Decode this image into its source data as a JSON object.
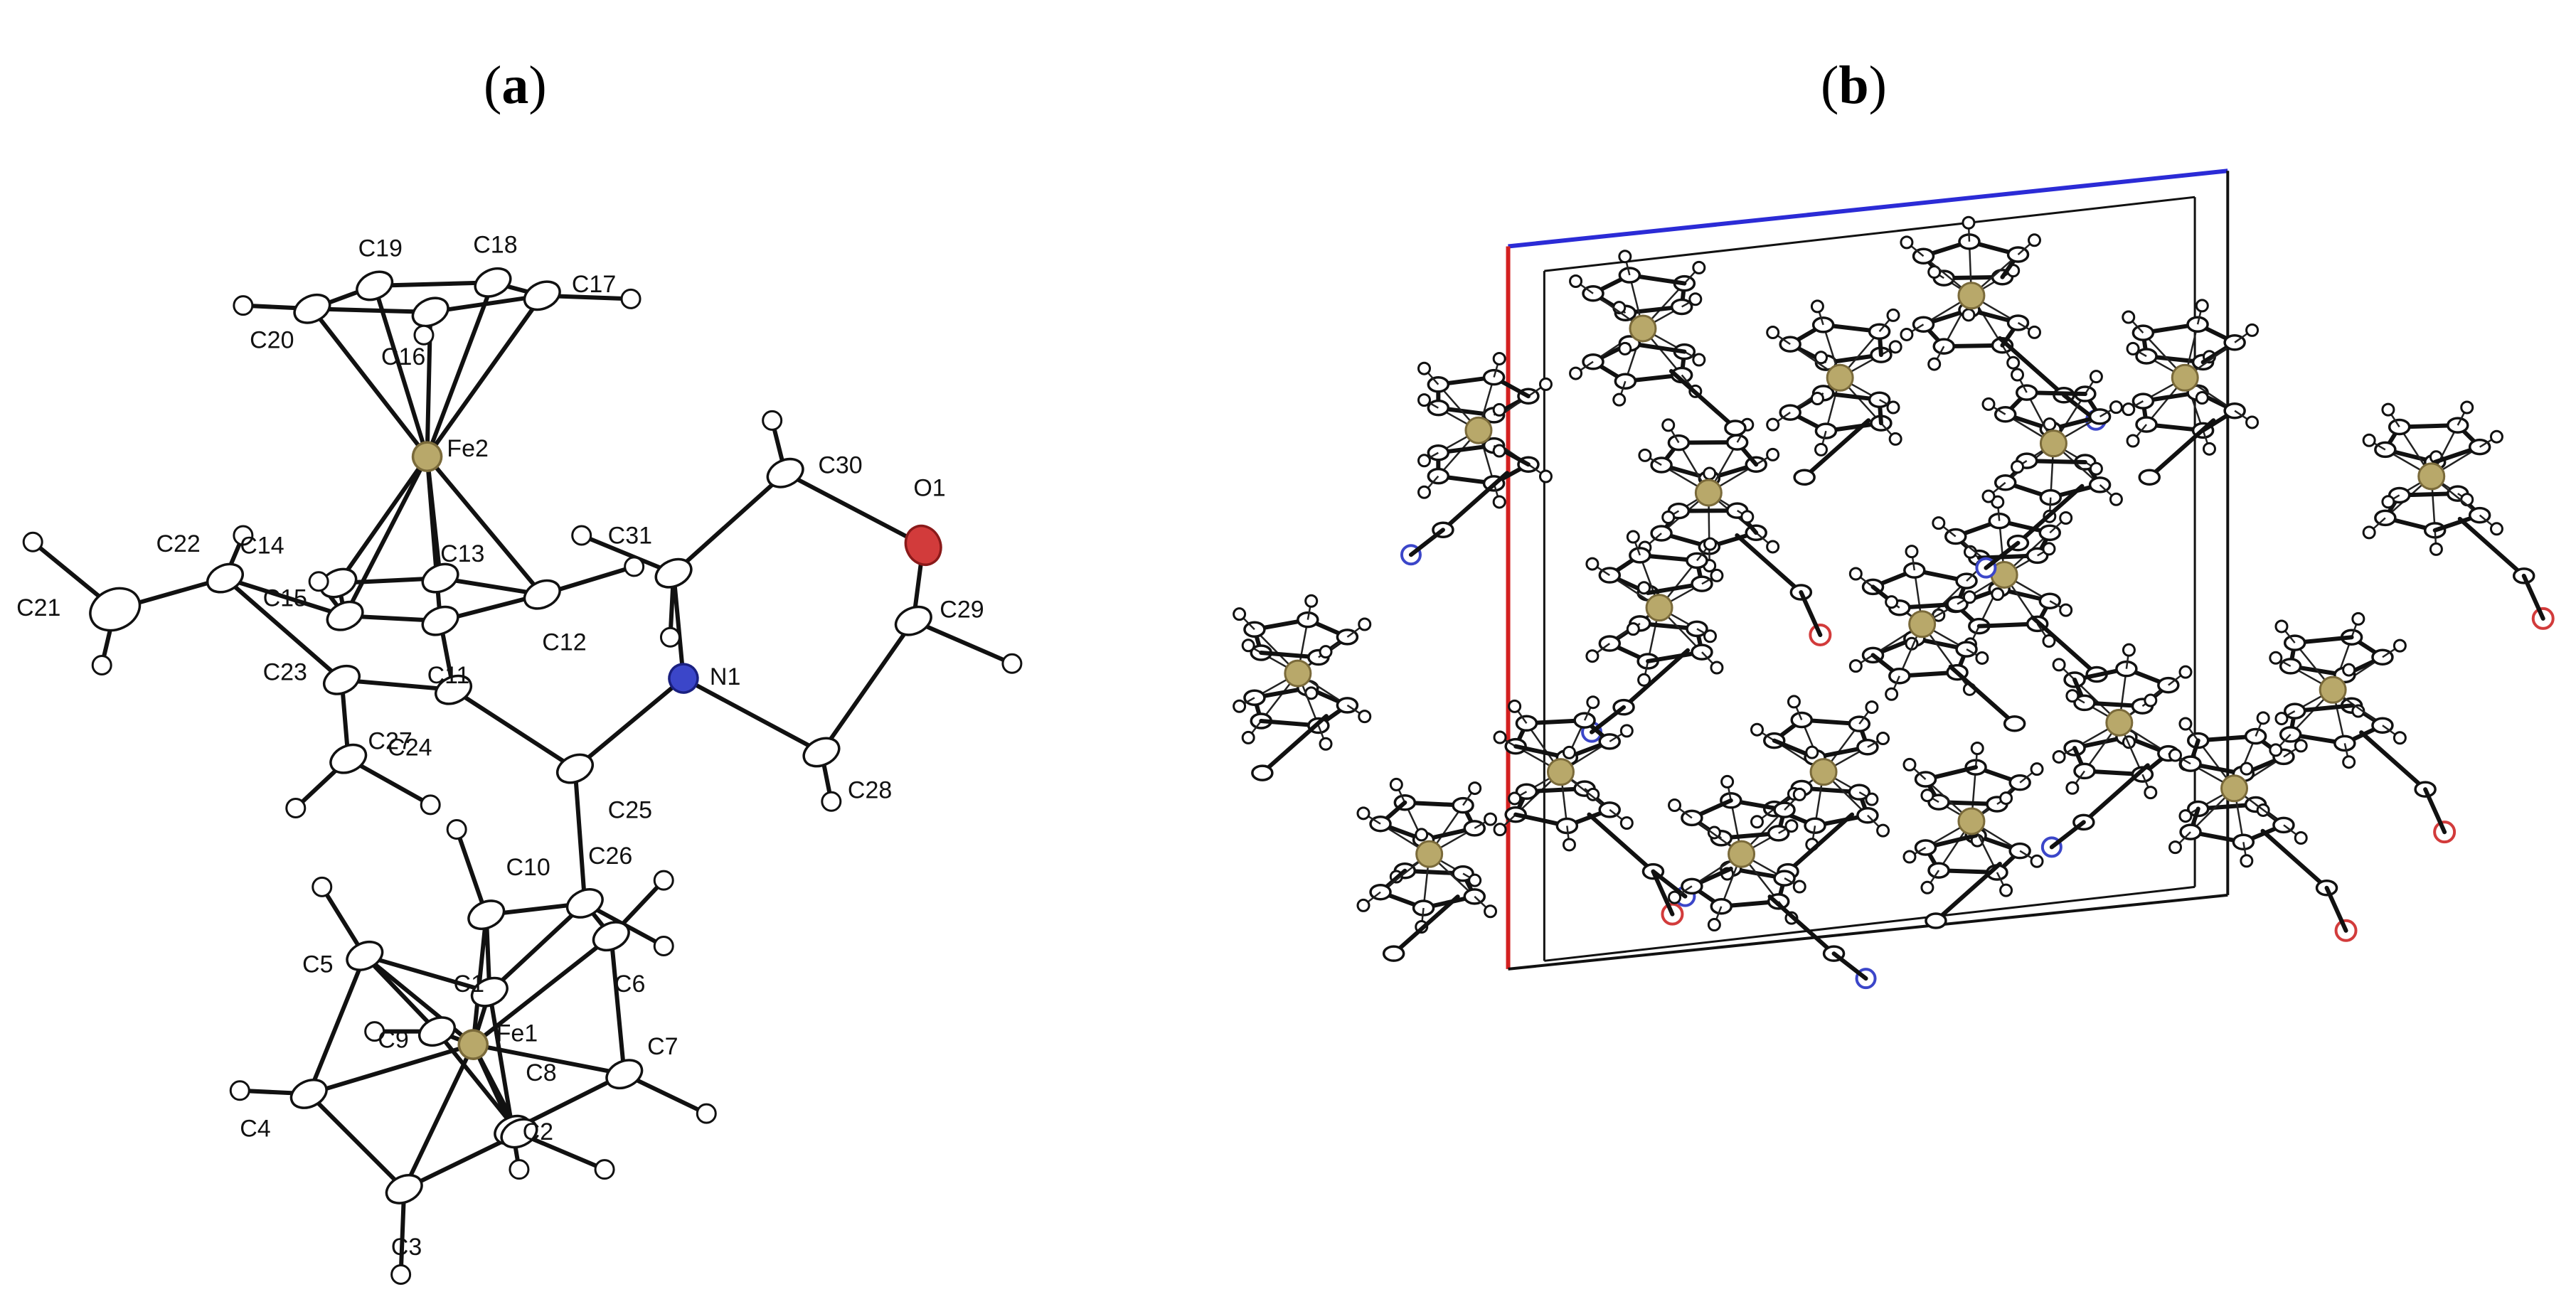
{
  "panels": {
    "a": {
      "label_open": "(",
      "label_letter": "a",
      "label_close": ")"
    },
    "b": {
      "label_open": "(",
      "label_letter": "b",
      "label_close": ")"
    }
  },
  "colors": {
    "carbon": "#ffffff",
    "iron": "#b8a86a",
    "nitrogen": "#3b46c9",
    "oxygen": "#d23b3b",
    "bond": "#111111",
    "cell_a_axis": "#d42020",
    "cell_c_axis": "#2b2bd6",
    "cell_edge": "#111111"
  },
  "atom_labels": [
    {
      "id": "C19",
      "text": "C19"
    },
    {
      "id": "C18",
      "text": "C18"
    },
    {
      "id": "C17",
      "text": "C17"
    },
    {
      "id": "C20",
      "text": "C20"
    },
    {
      "id": "C16",
      "text": "C16"
    },
    {
      "id": "Fe2",
      "text": "Fe2"
    },
    {
      "id": "C30",
      "text": "C30"
    },
    {
      "id": "O1",
      "text": "O1"
    },
    {
      "id": "C14",
      "text": "C14"
    },
    {
      "id": "C31",
      "text": "C31"
    },
    {
      "id": "C22",
      "text": "C22"
    },
    {
      "id": "C13",
      "text": "C13"
    },
    {
      "id": "C21",
      "text": "C21"
    },
    {
      "id": "C15",
      "text": "C15"
    },
    {
      "id": "C29",
      "text": "C29"
    },
    {
      "id": "C12",
      "text": "C12"
    },
    {
      "id": "C11",
      "text": "C11"
    },
    {
      "id": "N1",
      "text": "N1"
    },
    {
      "id": "C23",
      "text": "C23"
    },
    {
      "id": "C24",
      "text": "C24"
    },
    {
      "id": "C28",
      "text": "C28"
    },
    {
      "id": "C27",
      "text": "C27"
    },
    {
      "id": "C25",
      "text": "C25"
    },
    {
      "id": "C26",
      "text": "C26"
    },
    {
      "id": "C10",
      "text": "C10"
    },
    {
      "id": "C5",
      "text": "C5"
    },
    {
      "id": "C6",
      "text": "C6"
    },
    {
      "id": "C1",
      "text": "C1"
    },
    {
      "id": "C9",
      "text": "C9"
    },
    {
      "id": "Fe1",
      "text": "Fe1"
    },
    {
      "id": "C7",
      "text": "C7"
    },
    {
      "id": "C8",
      "text": "C8"
    },
    {
      "id": "C4",
      "text": "C4"
    },
    {
      "id": "C2",
      "text": "C2"
    },
    {
      "id": "C3",
      "text": "C3"
    }
  ]
}
